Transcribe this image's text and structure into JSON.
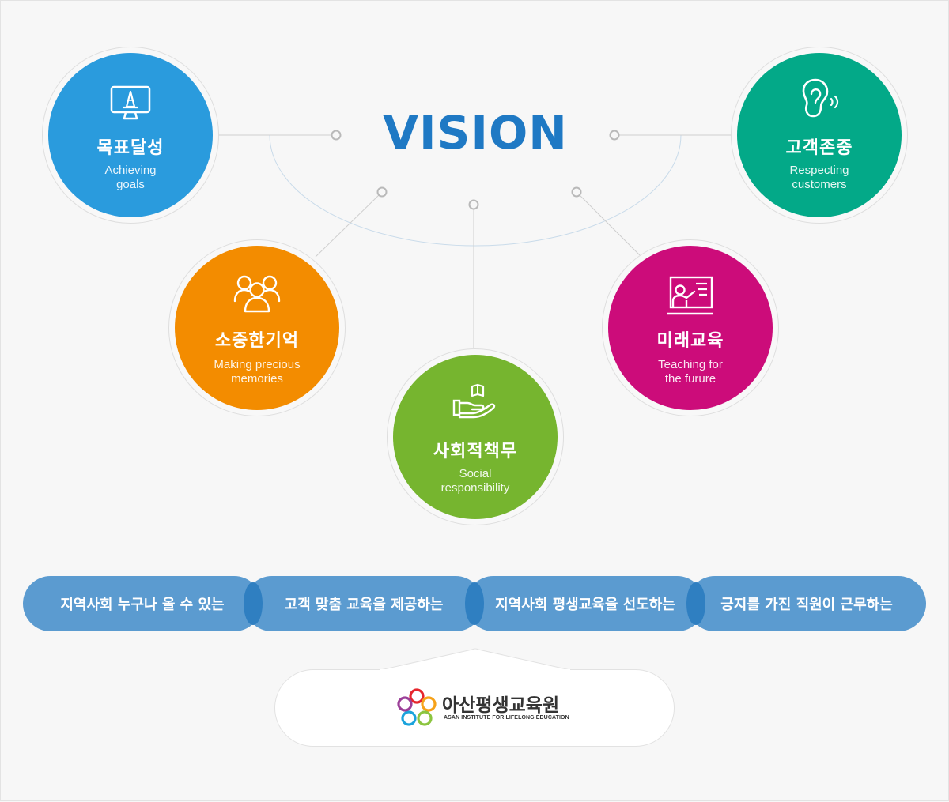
{
  "vision": {
    "title": "VISION",
    "color": "#1f79c4"
  },
  "values": [
    {
      "id": "goals",
      "ko": "목표달성",
      "en": "Achieving\ngoals",
      "color": "#2a9bdd",
      "icon": "monitor-pencil-icon"
    },
    {
      "id": "customers",
      "ko": "고객존중",
      "en": "Respecting\ncustomers",
      "color": "#03a988",
      "icon": "ear-icon"
    },
    {
      "id": "memories",
      "ko": "소중한기억",
      "en": "Making precious\nmemories",
      "color": "#f38c00",
      "icon": "people-group-icon"
    },
    {
      "id": "future",
      "ko": "미래교육",
      "en": "Teaching for\nthe furure",
      "color": "#cc0c7a",
      "icon": "teacher-board-icon"
    },
    {
      "id": "social",
      "ko": "사회적책무",
      "en": "Social\nresponsibility",
      "color": "#76b52f",
      "icon": "hand-book-icon"
    }
  ],
  "missions": [
    "지역사회 누구나 올 수 있는",
    "고객 맞춤 교육을 제공하는",
    "지역사회 평생교육을 선도하는",
    "긍지를 가진 직원이 근무하는"
  ],
  "mission_colors": {
    "pill": "#5b9bd0",
    "overlap": "#2f7fc1"
  },
  "logo": {
    "name_ko": "아산평생교육원",
    "name_en": "ASAN INSTITUTE FOR LIFELONG EDUCATION",
    "colors": [
      "#e6262d",
      "#f6a21a",
      "#8cc540",
      "#1aa3dc",
      "#9b3f98"
    ]
  }
}
